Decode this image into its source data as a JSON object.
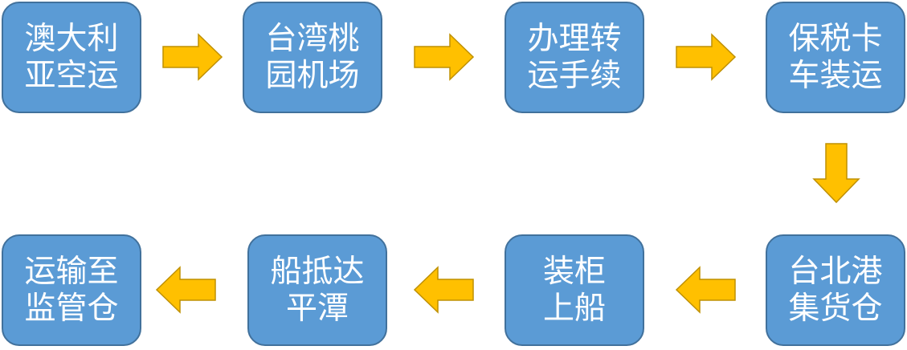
{
  "colors": {
    "box_fill": "#5b9bd5",
    "box_border": "#41719c",
    "box_text": "#ffffff",
    "arrow_fill": "#ffc000",
    "arrow_border": "#bf9000"
  },
  "steps": [
    {
      "lines": [
        "澳大利",
        "亚空运"
      ]
    },
    {
      "lines": [
        "台湾桃",
        "园机场"
      ]
    },
    {
      "lines": [
        "办理转",
        "运手续"
      ]
    },
    {
      "lines": [
        "保税卡",
        "车装运"
      ]
    },
    {
      "lines": [
        "台北港",
        "集货仓"
      ]
    },
    {
      "lines": [
        "装柜",
        "上船"
      ]
    },
    {
      "lines": [
        "船抵达",
        "平潭"
      ]
    },
    {
      "lines": [
        "运输至",
        "监管仓"
      ]
    }
  ],
  "arrows": [
    {
      "from": 1,
      "to": 2,
      "direction": "right"
    },
    {
      "from": 2,
      "to": 3,
      "direction": "right"
    },
    {
      "from": 3,
      "to": 4,
      "direction": "right"
    },
    {
      "from": 4,
      "to": 5,
      "direction": "down"
    },
    {
      "from": 5,
      "to": 6,
      "direction": "left"
    },
    {
      "from": 6,
      "to": 7,
      "direction": "left"
    },
    {
      "from": 7,
      "to": 8,
      "direction": "left"
    }
  ]
}
